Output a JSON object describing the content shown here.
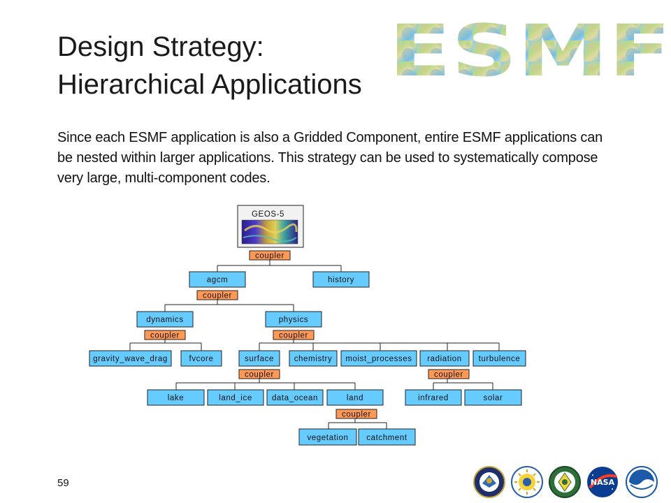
{
  "title": {
    "line1": "Design Strategy:",
    "line2": "Hierarchical Applications"
  },
  "logo_text": "ESMF",
  "body": "Since each ESMF application is also a Gridded Component, entire ESMF applications can be nested within larger applications.  This strategy can be used to systematically compose very large, multi-component codes.",
  "tree": {
    "root": "GEOS-5",
    "nodes": {
      "agcm": "agcm",
      "history": "history",
      "dynamics": "dynamics",
      "physics": "physics",
      "gravity_wave_drag": "gravity_wave_drag",
      "fvcore": "fvcore",
      "surface": "surface",
      "chemistry": "chemistry",
      "moist_processes": "moist_processes",
      "radiation": "radiation",
      "turbulence": "turbulence",
      "lake": "lake",
      "land_ice": "land_ice",
      "data_ocean": "data_ocean",
      "land": "land",
      "infrared": "infrared",
      "solar": "solar",
      "vegetation": "vegetation",
      "catchment": "catchment"
    },
    "coupler_label": "coupler"
  },
  "slide_number": "59",
  "colors": {
    "component_fill": "#66ccff",
    "coupler_fill": "#ff9955",
    "box_stroke": "#222222",
    "root_fill": "#f2f2f2"
  },
  "agency_logos": [
    "dod-seal",
    "nsf-logo",
    "doe-seal",
    "nasa-logo",
    "noaa-logo"
  ]
}
